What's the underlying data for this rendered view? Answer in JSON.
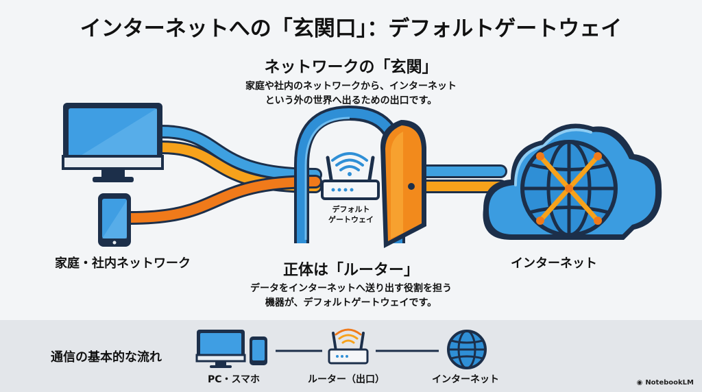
{
  "title": "インターネットへの「玄関口」：デフォルトゲートウェイ",
  "top_section": {
    "heading": "ネットワークの「玄関」",
    "description_line1": "家庭や社内のネットワークから、インターネット",
    "description_line2": "という外の世界へ出るための出口です。"
  },
  "left_label": "家庭・社内ネットワーク",
  "right_label": "インターネット",
  "router_label_line1": "デフォルト",
  "router_label_line2": "ゲートウェイ",
  "router_section": {
    "heading": "正体は「ルーター」",
    "description_line1": "データをインターネットへ送り出す役割を担う",
    "description_line2": "機器が、デフォルトゲートウェイです。"
  },
  "flow": {
    "title": "通信の基本的な流れ",
    "steps": [
      {
        "label": "PC・スマホ"
      },
      {
        "label": "ルーター（出口）"
      },
      {
        "label": "インターネット"
      }
    ]
  },
  "brand": "NotebookLM",
  "colors": {
    "blue": "#2f8fd6",
    "light_blue": "#5fb6ea",
    "orange": "#f7a21b",
    "dark_orange": "#f07a1a",
    "navy": "#1c2f4a"
  },
  "icons": [
    "desktop-monitor-icon",
    "smartphone-icon",
    "router-icon",
    "wifi-icon",
    "door-icon",
    "cloud-icon",
    "globe-icon"
  ]
}
